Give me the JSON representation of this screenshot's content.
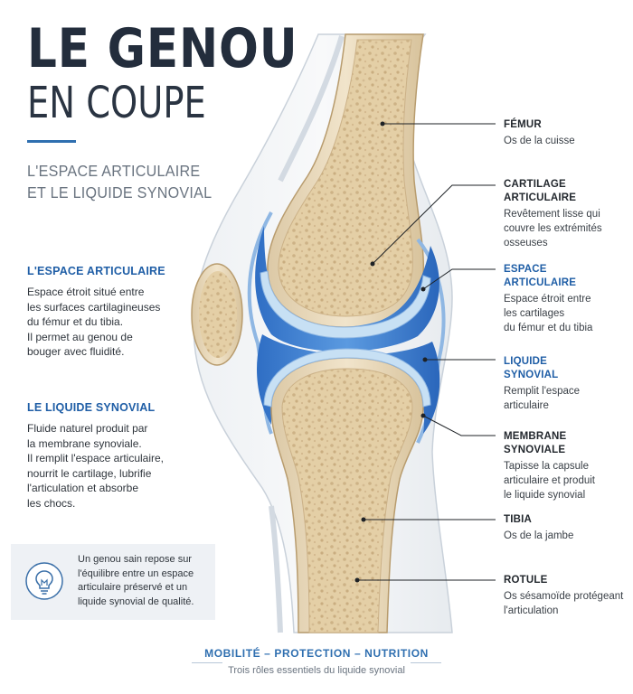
{
  "header": {
    "title_line1": "LE GENOU",
    "title_line2": "EN COUPE",
    "subtitle_line1": "L'ESPACE ARTICULAIRE",
    "subtitle_line2": "ET LE LIQUIDE SYNOVIAL"
  },
  "left_sections": {
    "espace": {
      "title": "L'ESPACE ARTICULAIRE",
      "text": "Espace étroit situé entre\nles surfaces cartilagineuses\ndu fémur et du tibia.\nIl permet au genou de\nbouger avec fluidité."
    },
    "liquide": {
      "title": "LE LIQUIDE SYNOVIAL",
      "text": "Fluide naturel produit par\nla membrane synoviale.\nIl remplit l'espace articulaire,\nnourrit le cartilage, lubrifie\nl'articulation et absorbe\nles chocs."
    }
  },
  "tip": {
    "icon": "lightbulb-icon",
    "text": "Un genou sain repose sur\nl'équilibre entre un espace\narticulaire préservé et un\nliquide synovial de qualité."
  },
  "labels": [
    {
      "title": "FÉMUR",
      "desc": "Os de la cuisse",
      "blue": false
    },
    {
      "title": "CARTILAGE\nARTICULAIRE",
      "desc": "Revêtement lisse qui\ncouvre les extrémités\nosseuses",
      "blue": false
    },
    {
      "title": "ESPACE\nARTICULAIRE",
      "desc": "Espace étroit entre\nles cartilages\ndu fémur et du tibia",
      "blue": true
    },
    {
      "title": "LIQUIDE\nSYNOVIAL",
      "desc": "Remplit l'espace\narticulaire",
      "blue": true
    },
    {
      "title": "MEMBRANE\nSYNOVIALE",
      "desc": "Tapisse la capsule\narticulaire et produit\nle liquide synovial",
      "blue": false
    },
    {
      "title": "TIBIA",
      "desc": "Os de la jambe",
      "blue": false
    },
    {
      "title": "ROTULE",
      "desc": "Os sésamoïde protégeant\nl'articulation",
      "blue": false
    }
  ],
  "footer": {
    "title": "MOBILITÉ – PROTECTION – NUTRITION",
    "subtitle": "Trois rôles essentiels du liquide synovial"
  },
  "colors": {
    "accent": "#1f5ea6",
    "title": "#232d3c",
    "bone": "#e8d6b4",
    "fluid": "#3d7fd0",
    "cartilage": "#bcd8ef"
  }
}
